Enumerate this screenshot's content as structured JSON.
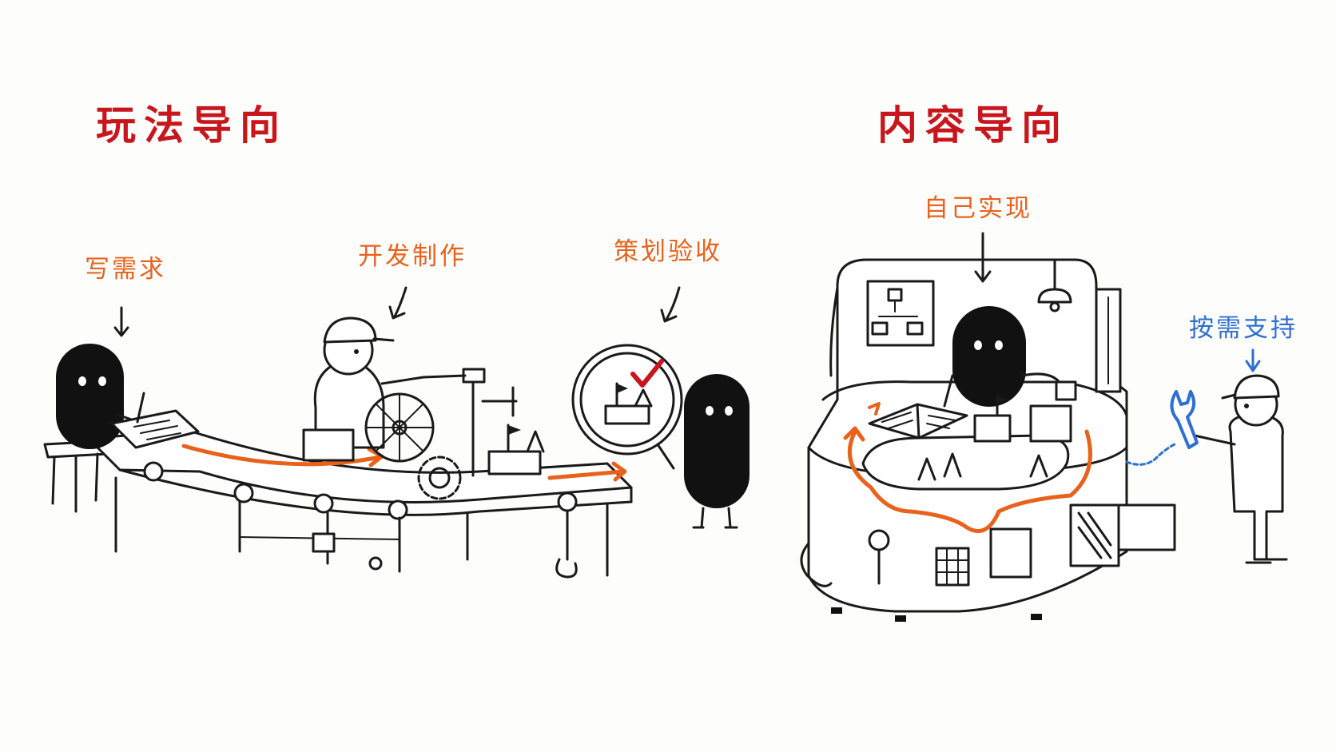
{
  "colors": {
    "title": "#c8161d",
    "step": "#e8621c",
    "support": "#2f6fd0",
    "ink": "#1a1a1a"
  },
  "left_panel": {
    "title": "玩法导向",
    "steps": [
      "写需求",
      "开发制作",
      "策划验收"
    ]
  },
  "right_panel": {
    "title": "内容导向",
    "main_step": "自己实现",
    "support_step": "按需支持"
  },
  "icons": [
    "magnifier-icon",
    "checkmark-icon",
    "wrench-icon",
    "flag-icon",
    "pencil-icon",
    "lamp-icon",
    "flowchart-icon"
  ]
}
